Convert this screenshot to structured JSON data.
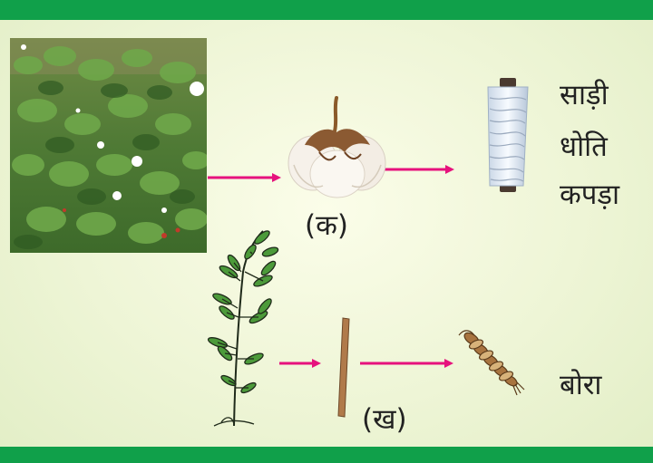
{
  "labels": {
    "marker_ka": "(क)",
    "marker_kha": "(ख)"
  },
  "products": {
    "cotton": [
      "साड़ी",
      "धोति",
      "कपड़ा"
    ],
    "jute": [
      "बोरा"
    ]
  },
  "colors": {
    "band_green": "#10a04a",
    "arrow_magenta": "#e6127d",
    "background": "#f3f8dc"
  },
  "icons": {
    "cotton_field": "cotton-field-photo-icon",
    "cotton_boll": "cotton-boll-icon",
    "thread_spool": "thread-spool-icon",
    "jute_plant": "jute-plant-icon",
    "jute_stick": "jute-stick-icon",
    "jute_rope": "jute-rope-icon"
  }
}
